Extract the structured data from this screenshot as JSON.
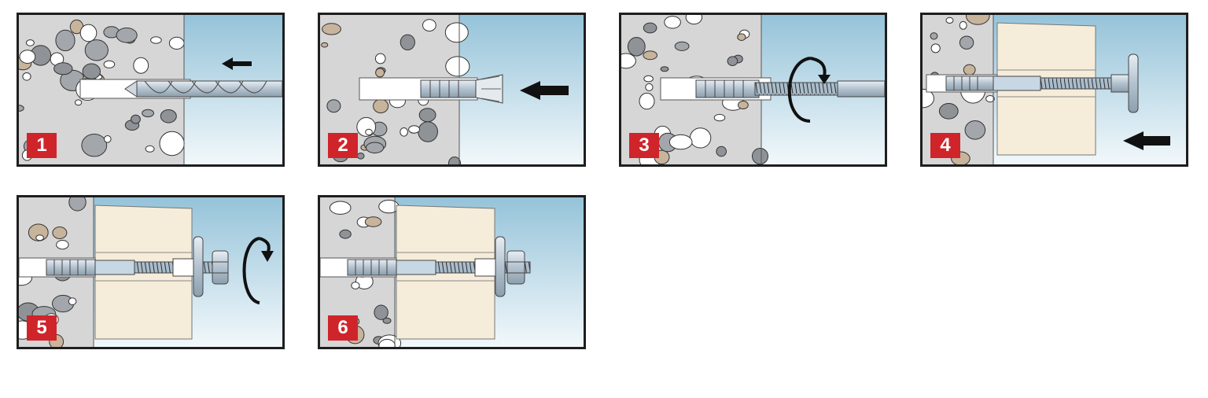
{
  "steps": [
    {
      "number": "1",
      "action": "drill"
    },
    {
      "number": "2",
      "action": "insert-anchor"
    },
    {
      "number": "3",
      "action": "screw-in-threaded-rod"
    },
    {
      "number": "4",
      "action": "place-fixture"
    },
    {
      "number": "5",
      "action": "tighten-nut"
    },
    {
      "number": "6",
      "action": "installed"
    }
  ],
  "colors": {
    "frame": "#1e1e1e",
    "badge": "#d0242b",
    "concrete": "#d6d6d6",
    "sky": "#a9cfe0",
    "fixture": "#f6ecda",
    "steel": "#b5c3cf"
  }
}
